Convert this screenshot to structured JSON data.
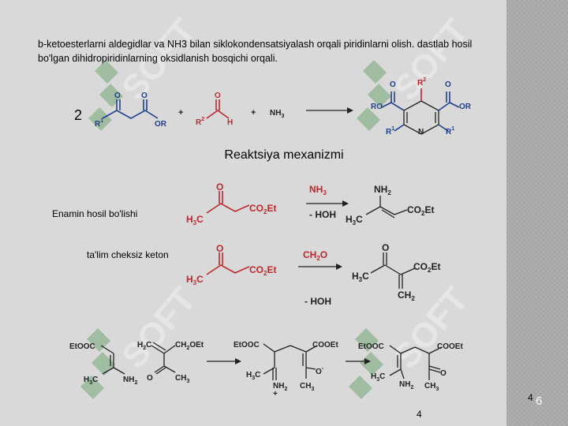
{
  "intro_text": "b-ketoesterlarni aldegidlar va NH3 bilan siklokondensatsiyalash orqali piridinlarni olish. dastlab hosil bo'lgan dihidropiridinlarning oksidlanish bosqichi orqali.",
  "mechanism_title": "Reaktsiya mexanizmi",
  "enamine_label": "Enamin hosil bo'lishi",
  "keton_label": "ta'lim cheksiz keton",
  "page_number": "4",
  "slide_number": "4",
  "slide_number_watermark": "6",
  "watermark_text": "SOFT",
  "reaction1": {
    "coefficient": "2",
    "r1": "R",
    "r1_sup": "1",
    "o": "O",
    "or": "OR",
    "plus": "+",
    "r2": "R",
    "r2_sup": "2",
    "h": "H",
    "nh3": "NH",
    "nh3_sub": "3",
    "product_ro": "RO",
    "product_or": "OR",
    "product_n": "N"
  },
  "reaction2": {
    "o": "O",
    "h3c": "H",
    "h3c_sub": "3",
    "h3c_c": "C",
    "co2et": "CO",
    "co2et_sub": "2",
    "co2et_et": "Et",
    "reagent": "NH",
    "reagent_sub": "3",
    "minus_hoh": "- HOH",
    "nh2": "NH",
    "nh2_sub": "2"
  },
  "reaction3": {
    "reagent": "CH",
    "reagent_sub": "2",
    "reagent_o": "O",
    "minus_hoh": "- HOH",
    "ch2": "CH",
    "ch2_sub": "2"
  },
  "bottom": {
    "etooc": "EtOOC",
    "cooet": "COOEt",
    "h2c": "H",
    "h2c_sub": "2",
    "h2c_c": "C",
    "ch2oet": "CH",
    "ch2oet_sub": "2",
    "ch2oet_oet": "OEt",
    "ch3": "CH",
    "ch3_sub": "3",
    "nh2": "NH",
    "nh2_sub": "2",
    "o": "O",
    "o_minus": "O",
    "minus": "-",
    "plus": "+"
  },
  "colors": {
    "red": "#c0272d",
    "blue": "#1f3f8f",
    "watermark": "#2b5f2b"
  }
}
